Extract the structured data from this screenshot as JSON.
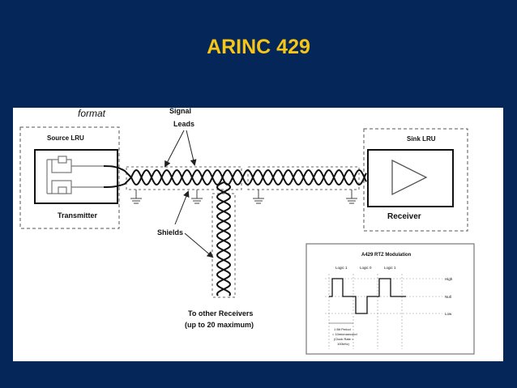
{
  "title": "ARINC 429",
  "diagram": {
    "format_label": "format",
    "signal_leads_label_1": "Signal",
    "signal_leads_label_2": "Leads",
    "source_label": "Source LRU",
    "sink_label": "Sink LRU",
    "transmitter_label": "Transmitter",
    "receiver_label": "Receiver",
    "shields_label": "Shields",
    "other_receivers_line1": "To other Receivers",
    "other_receivers_line2": "(up to 20 maximum)"
  },
  "inset": {
    "title": "A429 RTZ Modulation",
    "logic_labels": [
      "Logic 1",
      "Logic 0",
      "Logic 1"
    ],
    "level_labels": [
      "High",
      "Null",
      "Low"
    ],
    "bit_period_lines": [
      "1 Bit Period",
      "= 10microsecond",
      "(Clock Rate =",
      "100kHz)"
    ]
  }
}
